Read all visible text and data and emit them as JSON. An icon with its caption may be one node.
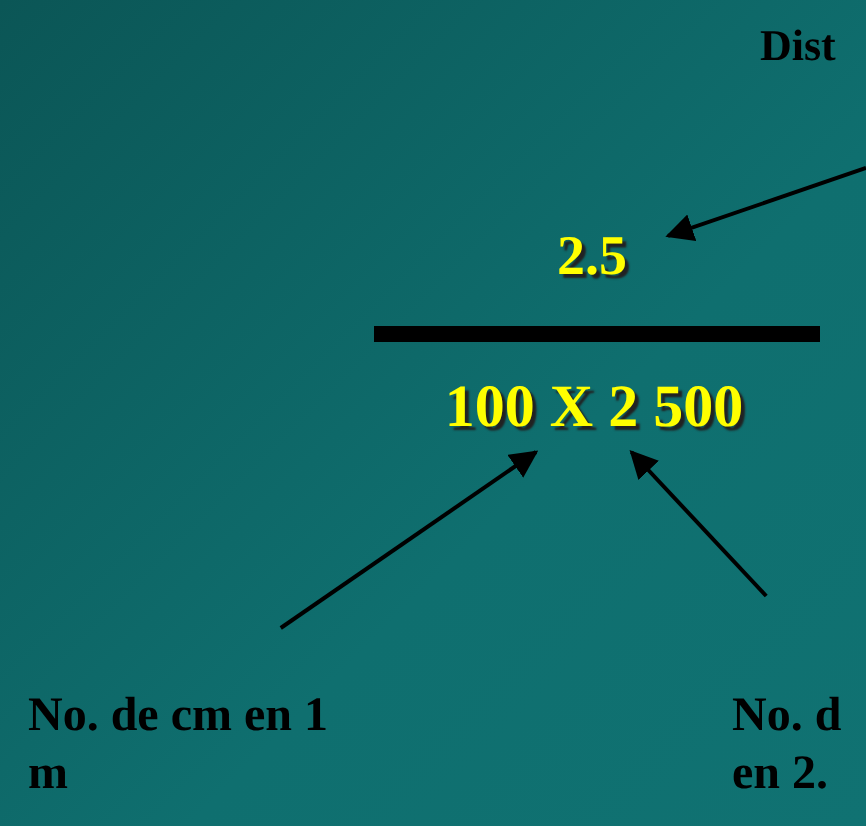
{
  "diagram": {
    "nodes": [
      {
        "text": [
          "Dist"
        ]
      },
      {
        "text": [
          "2.5"
        ]
      },
      {
        "text": [
          "100 X 2 500"
        ]
      },
      {
        "text": [
          "No. de cm en 1 m"
        ]
      },
      {
        "text": [
          "No. d en 2."
        ]
      }
    ],
    "edges": [
      {
        "from": null,
        "to": 1,
        "arrow": "to"
      },
      {
        "from": 3,
        "to": 2,
        "arrow": "to"
      },
      {
        "from": 4,
        "to": 2,
        "arrow": "to"
      }
    ]
  }
}
